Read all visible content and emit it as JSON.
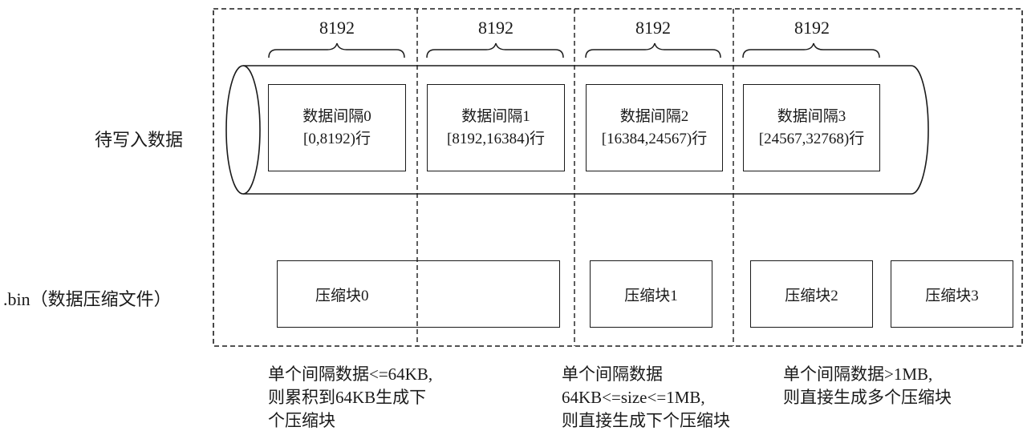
{
  "labels": {
    "input_data": "待写入数据",
    "bin_file": ".bin（数据压缩文件）"
  },
  "granules": [
    {
      "size": "8192",
      "title": "数据间隔0",
      "range": "[0,8192)行"
    },
    {
      "size": "8192",
      "title": "数据间隔1",
      "range": "[8192,16384)行"
    },
    {
      "size": "8192",
      "title": "数据间隔2",
      "range": "[16384,24567)行"
    },
    {
      "size": "8192",
      "title": "数据间隔3",
      "range": "[24567,32768)行"
    }
  ],
  "blocks": [
    {
      "label": "压缩块0"
    },
    {
      "label": "压缩块1"
    },
    {
      "label": "压缩块2"
    },
    {
      "label": "压缩块3"
    }
  ],
  "notes": [
    {
      "lines": [
        "单个间隔数据<=64KB,",
        "则累积到64KB生成下",
        "个压缩块"
      ]
    },
    {
      "lines": [
        "单个间隔数据",
        "64KB<=size<=1MB,",
        "则直接生成下个压缩块"
      ]
    },
    {
      "lines": [
        "单个间隔数据>1MB,",
        "则直接生成多个压缩块"
      ]
    }
  ]
}
